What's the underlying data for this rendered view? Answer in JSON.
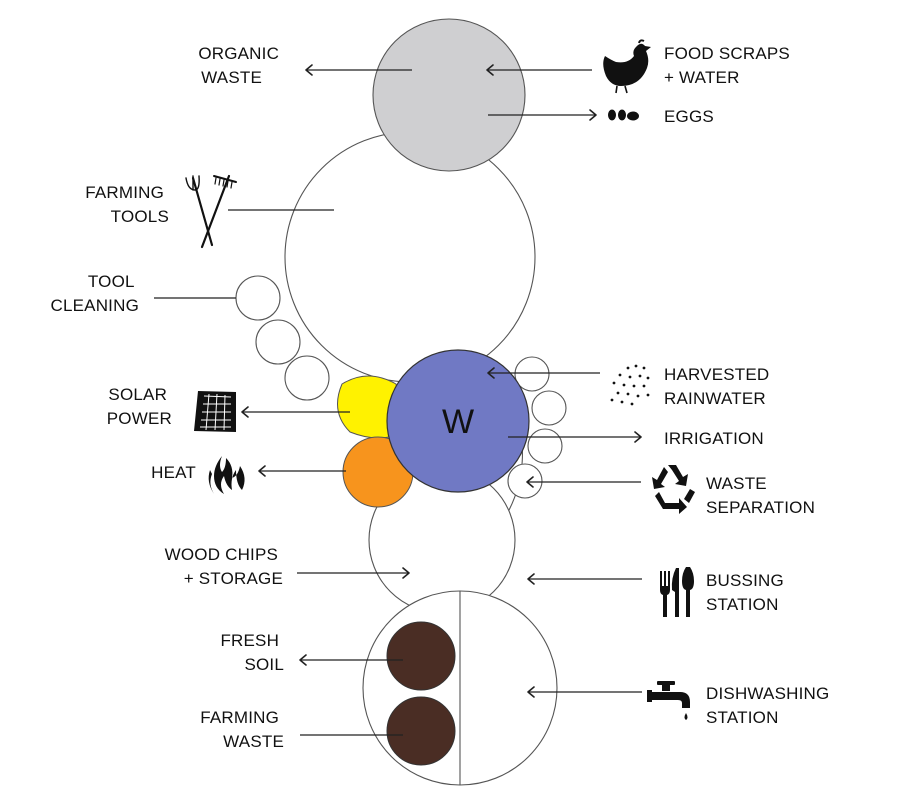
{
  "center_letter": "W",
  "labels": {
    "organic_waste": [
      "ORGANIC",
      "WASTE"
    ],
    "food_scraps": [
      "FOOD SCRAPS",
      "+ WATER"
    ],
    "eggs": [
      "EGGS"
    ],
    "farming_tools": [
      "FARMING",
      "TOOLS"
    ],
    "tool_cleaning": [
      "TOOL",
      "CLEANING"
    ],
    "solar_power": [
      "SOLAR",
      "POWER"
    ],
    "harvested_rainwater": [
      "HARVESTED",
      "RAINWATER"
    ],
    "irrigation": [
      "IRRIGATION"
    ],
    "heat": [
      "HEAT"
    ],
    "waste_separation": [
      "WASTE",
      "SEPARATION"
    ],
    "wood_chips": [
      "WOOD CHIPS",
      "+ STORAGE"
    ],
    "bussing_station": [
      "BUSSING",
      "STATION"
    ],
    "fresh_soil": [
      "FRESH",
      "SOIL"
    ],
    "farming_waste": [
      "FARMING",
      "WASTE"
    ],
    "dishwashing_station": [
      "DISHWASHING",
      "STATION"
    ]
  },
  "colors": {
    "chicken_coop": "#cfcfd1",
    "water_hub": "#7079c4",
    "solar": "#fff200",
    "heat": "#f7941d",
    "soil": "#4a2d24",
    "outline": "#555555",
    "icon": "#111111"
  },
  "icons": [
    "chicken-icon",
    "eggs-icon",
    "rake-pitchfork-icon",
    "solar-panel-icon",
    "rain-icon",
    "flame-icon",
    "recycle-icon",
    "cutlery-icon",
    "faucet-icon"
  ]
}
